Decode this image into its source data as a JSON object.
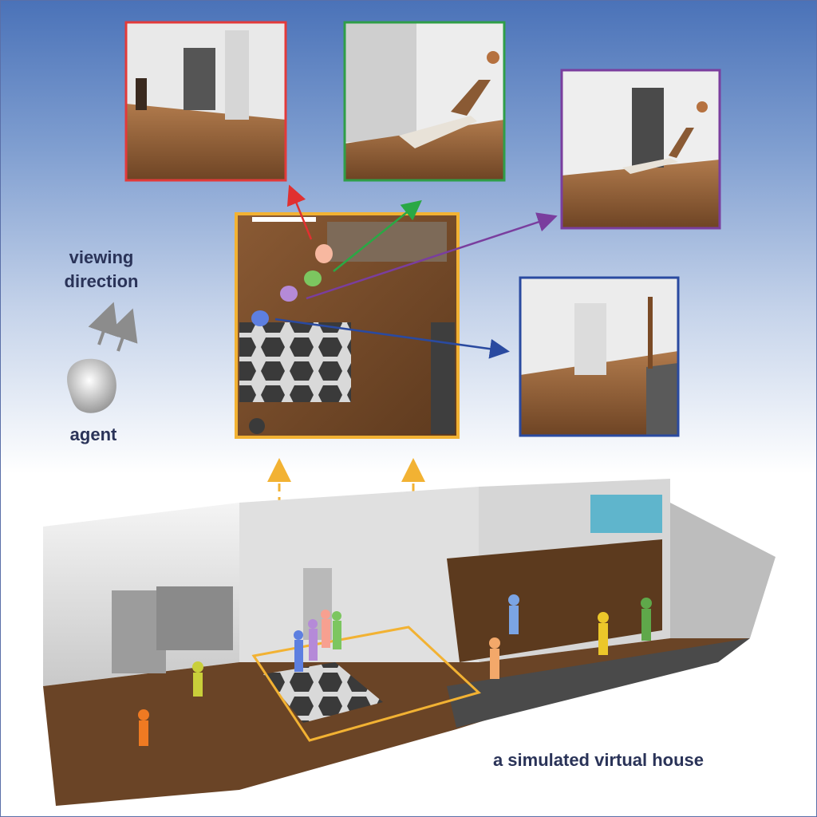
{
  "labels": {
    "viewing_direction": "viewing\ndirection",
    "agent": "agent",
    "house": "a simulated virtual house"
  },
  "colors": {
    "map_frame": "#f2b233",
    "view_red": "#e23a3a",
    "view_green": "#2f9e48",
    "view_purple": "#7a3e9e",
    "view_blue": "#2a4aa0",
    "text": "#2a3358"
  },
  "icons": [
    "agent-icon",
    "arrow-icon"
  ]
}
